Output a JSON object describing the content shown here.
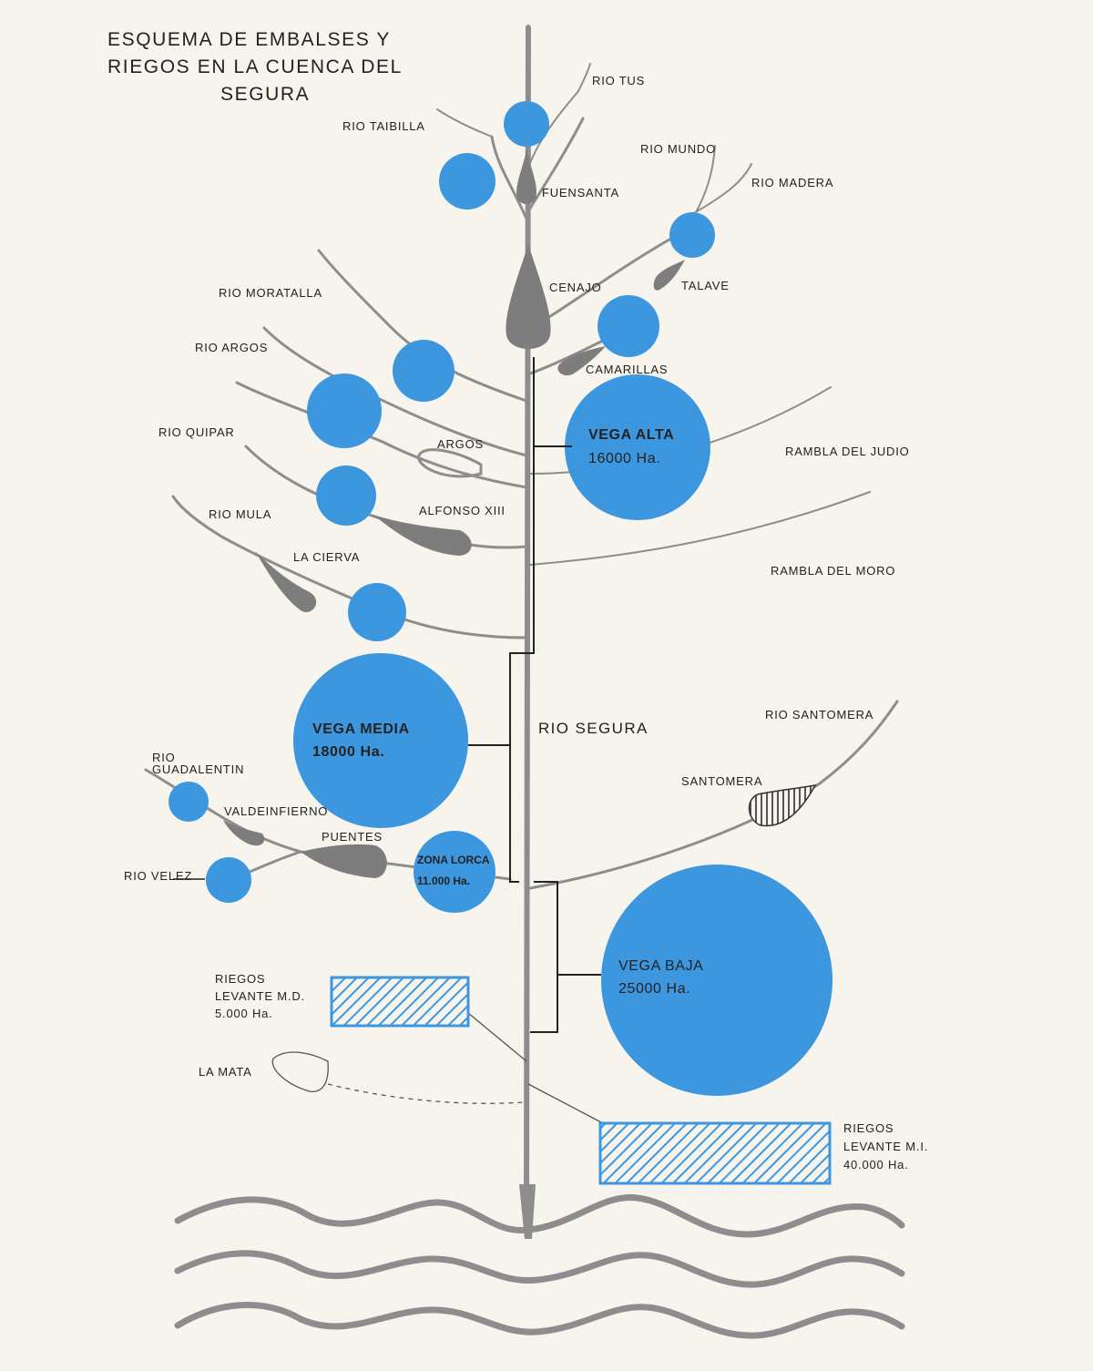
{
  "title": {
    "line1": "ESQUEMA DE EMBALSES Y",
    "line2": "RIEGOS EN LA CUENCA DEL",
    "line3": "SEGURA"
  },
  "rivers": {
    "tus": "RIO TUS",
    "taibilla": "RIO TAIBILLA",
    "mundo": "RIO MUNDO",
    "madera": "RIO MADERA",
    "moratalla": "RIO MORATALLA",
    "argos": "RIO ARGOS",
    "quipar": "RIO QUIPAR",
    "mula": "RIO MULA",
    "guadalentin_1": "RIO",
    "guadalentin_2": "GUADALENTIN",
    "velez": "RIO VELEZ",
    "segura": "RIO SEGURA",
    "santomera": "RIO SANTOMERA",
    "rambla_judio": "RAMBLA DEL JUDIO",
    "rambla_moro": "RAMBLA DEL MORO"
  },
  "reservoirs": {
    "fuensanta": "FUENSANTA",
    "cenajo": "CENAJO",
    "talave": "TALAVE",
    "camarillas": "CAMARILLAS",
    "argos": "ARGOS",
    "alfonso": "ALFONSO XIII",
    "la_cierva": "LA CIERVA",
    "valdeinfierno": "VALDEINFIERNO",
    "puentes": "PUENTES",
    "santomera": "SANTOMERA",
    "la_mata": "LA MATA"
  },
  "zones": {
    "vega_alta": {
      "name": "VEGA ALTA",
      "area": "16000 Ha."
    },
    "vega_media": {
      "name": "VEGA MEDIA",
      "area": "18000 Ha."
    },
    "zona_lorca": {
      "name": "ZONA LORCA",
      "area": "11.000 Ha."
    },
    "vega_baja": {
      "name": "VEGA BAJA",
      "area": "25000 Ha."
    },
    "levante_md": {
      "line1": "RIEGOS",
      "line2": "LEVANTE M.D.",
      "line3": "5.000 Ha."
    },
    "levante_mi": {
      "line1": "RIEGOS",
      "line2": "LEVANTE M.I.",
      "line3": "40.000 Ha."
    }
  },
  "colors": {
    "irrigation_blue": "#3d97df",
    "reservoir_gray": "#7d7d7d",
    "river_gray": "#8d8d8d",
    "paper": "#f6f4ed"
  }
}
